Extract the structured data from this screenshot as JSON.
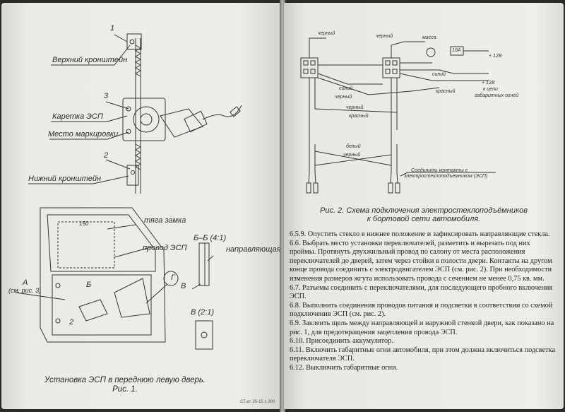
{
  "fig1": {
    "labels": {
      "upper_bracket": "Верхний кронштейн",
      "carriage": "Каретка ЭСП",
      "marking_place": "Место маркировки",
      "lower_bracket": "Нижний кронштейн",
      "lock_rod": "тяга замка",
      "esp_wire": "провод ЭСП",
      "guide": "направляющая",
      "section_bb": "Б–Б (4:1)",
      "view_v": "В (2:1)",
      "view_a": "А",
      "see_fig3": "(см. рис. 3)",
      "dim": "150",
      "letter_b": "Б",
      "letter_v": "В",
      "letter_g": "Г"
    },
    "numbers": [
      "1",
      "3",
      "2",
      "2"
    ],
    "caption": {
      "line1": "Установка ЭСП в переднюю левую дверь.",
      "line2": "Рис. 1."
    },
    "footer": "СТ.ат. 35-15 ± 300"
  },
  "fig2": {
    "wires": {
      "black_1": "черный",
      "black_2": "черный",
      "mass": "масса",
      "fuse": "10А",
      "plus12_1": "+ 12В",
      "plus12_2": "+ 12В",
      "to_circuit": "к цепи",
      "dimension_lights": "габаритных огней",
      "blue_1": "синий",
      "blue_2": "синий",
      "black_3": "черный",
      "red_1": "красный",
      "red_2": "красный",
      "black_4": "черный",
      "white": "белый",
      "black_5": "черный",
      "connect_1": "Соединить контакты с",
      "connect_2": "электростеклоподъемником (ЭСП)"
    },
    "caption": {
      "line1": "Рис. 2. Схема подключения электростеклоподъёмников",
      "line2": "к бортовой сети автомобиля."
    }
  },
  "instructions": [
    "6.5.9. Опустить стекло в нижнее положение и зафиксировать направляющие стекла.",
    "6.6. Выбрать место установки переключателей, разметить и вырезать под них проймы. Протянуть двухжильный провод по салону от места расположения переключателей до дверей, затем через стойки в полости двери. Контакты на другом конце провода соединить с электродвигателем ЭСП (см. рис. 2). При необходимости изменения размеров жгута использовать провода с сечением не менее 0,75 кв. мм.",
    "6.7. Разъемы соединить с переключателями, для последующего пробного включения ЭСП.",
    "6.8. Выполнить соединения проводов питания и подсветки в соответствии со схемой подключения ЭСП (см. рис. 2).",
    "6.9. Заклеить щель между направляющей и наружной стенкой двери, как показано на рис. 1, для предотвращения зацепления провода ЭСП.",
    "6.10. Присоединить аккумулятор.",
    "6.11. Включить габаритные огни автомобиля, при этом должна включиться подсветка переключателя ЭСП.",
    "6.12. Выключить габаритные огни."
  ]
}
